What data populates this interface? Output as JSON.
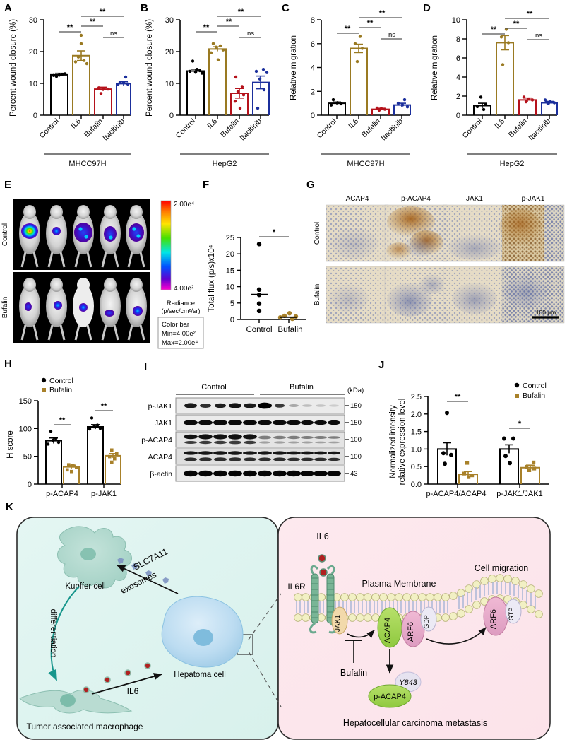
{
  "figure": {
    "panel_labels": [
      "A",
      "B",
      "C",
      "D",
      "E",
      "F",
      "G",
      "H",
      "I",
      "J",
      "K"
    ]
  },
  "colors": {
    "control": "#000000",
    "il6": "#9a7a22",
    "bufalin": "#b5121b",
    "itacitinib": "#1b2f9c",
    "bufalin_gold": "#a8812a",
    "sig_line": "#555555"
  },
  "panelA": {
    "label": "A",
    "chart_data": {
      "type": "bar",
      "title": "",
      "ylabel": "Percent wound closure (%)",
      "xlabel": "",
      "ylim": [
        0,
        30
      ],
      "yticks": [
        0,
        10,
        20,
        30
      ],
      "categories": [
        "Control",
        "IL6",
        "Bufalin",
        "Itacitinib"
      ],
      "values": [
        12.7,
        18.7,
        8.2,
        9.9
      ],
      "errors": [
        0.5,
        1.5,
        0.6,
        0.6
      ],
      "points": [
        [
          12.2,
          12.6,
          12.8,
          13.0,
          13.2,
          12.5
        ],
        [
          25.1,
          22.5,
          18.3,
          17.2,
          16.8,
          16.2
        ],
        [
          8.6,
          8.4,
          8.2,
          8.0,
          6.8
        ],
        [
          12.0,
          10.4,
          10.2,
          9.8,
          9.4,
          9.2
        ]
      ],
      "group_label": "MHCC97H",
      "annotations": [
        {
          "from": "Control",
          "to": "IL6",
          "text": "**"
        },
        {
          "from": "IL6",
          "to": "Bufalin",
          "text": "**"
        },
        {
          "from": "IL6",
          "to": "Itacitinib",
          "text": "**"
        },
        {
          "from": "Bufalin",
          "to": "Itacitinib",
          "text": "ns"
        }
      ]
    }
  },
  "panelB": {
    "label": "B",
    "chart_data": {
      "type": "bar",
      "ylabel": "Percent wound closure (%)",
      "ylim": [
        0,
        30
      ],
      "yticks": [
        0,
        10,
        20,
        30
      ],
      "categories": [
        "Control",
        "IL6",
        "Bufalin",
        "Itacitinib"
      ],
      "values": [
        13.9,
        20.8,
        6.9,
        10.3
      ],
      "errors": [
        0.6,
        0.7,
        1.5,
        2.0
      ],
      "points": [
        [
          17.0,
          14.4,
          14.0,
          13.8,
          13.5,
          13.2
        ],
        [
          22.5,
          21.8,
          21.4,
          20.5,
          19.6,
          17.4
        ],
        [
          12.0,
          9.0,
          7.4,
          6.4,
          4.4,
          2.2
        ],
        [
          14.4,
          13.8,
          13.4,
          11.4,
          8.0,
          2.2
        ]
      ],
      "group_label": "HepG2",
      "annotations": [
        {
          "from": "Control",
          "to": "IL6",
          "text": "**"
        },
        {
          "from": "IL6",
          "to": "Bufalin",
          "text": "**"
        },
        {
          "from": "IL6",
          "to": "Itacitinib",
          "text": "**"
        },
        {
          "from": "Bufalin",
          "to": "Itacitinib",
          "text": "ns"
        }
      ]
    }
  },
  "panelC": {
    "label": "C",
    "chart_data": {
      "type": "bar",
      "ylabel": "Relative migration",
      "ylim": [
        0,
        8
      ],
      "yticks": [
        0,
        2,
        4,
        6,
        8
      ],
      "categories": [
        "Control",
        "IL6",
        "Bufalin",
        "Itacitinib"
      ],
      "values": [
        1.0,
        5.6,
        0.5,
        0.85
      ],
      "errors": [
        0.1,
        0.35,
        0.08,
        0.15
      ],
      "points": [
        [
          1.3,
          1.05,
          0.95,
          0.85
        ],
        [
          6.6,
          6.0,
          5.6,
          4.5
        ],
        [
          0.6,
          0.55,
          0.5,
          0.42
        ],
        [
          1.3,
          1.0,
          0.85,
          0.7
        ]
      ],
      "group_label": "MHCC97H",
      "annotations": [
        {
          "from": "Control",
          "to": "IL6",
          "text": "**"
        },
        {
          "from": "IL6",
          "to": "Bufalin",
          "text": "**"
        },
        {
          "from": "IL6",
          "to": "Itacitinib",
          "text": "**"
        },
        {
          "from": "Bufalin",
          "to": "Itacitinib",
          "text": "ns"
        }
      ]
    }
  },
  "panelD": {
    "label": "D",
    "chart_data": {
      "type": "bar",
      "ylabel": "Relative migration",
      "ylim": [
        0,
        10
      ],
      "yticks": [
        0,
        2,
        4,
        6,
        8,
        10
      ],
      "categories": [
        "Control",
        "IL6",
        "Bufalin",
        "Itacitinib"
      ],
      "values": [
        1.0,
        7.6,
        1.6,
        1.3
      ],
      "errors": [
        0.25,
        0.75,
        0.2,
        0.15
      ],
      "points": [
        [
          1.9,
          1.1,
          0.9,
          0.6
        ],
        [
          9.0,
          8.2,
          7.6,
          5.3
        ],
        [
          1.9,
          1.7,
          1.6,
          1.4
        ],
        [
          1.6,
          1.4,
          1.3,
          1.2
        ]
      ],
      "group_label": "HepG2",
      "annotations": [
        {
          "from": "Control",
          "to": "IL6",
          "text": "**"
        },
        {
          "from": "IL6",
          "to": "Bufalin",
          "text": "**"
        },
        {
          "from": "IL6",
          "to": "Itacitinib",
          "text": "**"
        },
        {
          "from": "Bufalin",
          "to": "Itacitinib",
          "text": "ns"
        }
      ]
    }
  },
  "panelE": {
    "label": "E",
    "row_labels": [
      "Control",
      "Bufalin"
    ],
    "colorbar": {
      "max_label": "2.00e⁴",
      "min_label": "4.00e²",
      "unit_line1": "Radiance",
      "unit_line2": "(p/sec/cm²/sr)",
      "box_title": "Color bar",
      "box_min": "Min=4.00e²",
      "box_max": "Max=2.00e⁴"
    }
  },
  "panelF": {
    "label": "F",
    "chart_data": {
      "type": "scatter",
      "ylabel": "Total flux (p/s)x10⁴",
      "ylim": [
        0,
        25
      ],
      "yticks": [
        0,
        5,
        10,
        15,
        20,
        25
      ],
      "categories": [
        "Control",
        "Bufalin"
      ],
      "medians": [
        7.6,
        0.7
      ],
      "points": [
        [
          23.0,
          9.1,
          7.5,
          4.8,
          2.6
        ],
        [
          1.9,
          1.1,
          0.9,
          0.6,
          0.2
        ]
      ],
      "annotations": [
        {
          "from": "Control",
          "to": "Bufalin",
          "text": "*"
        }
      ]
    }
  },
  "panelG": {
    "label": "G",
    "column_headers": [
      "ACAP4",
      "p-ACAP4",
      "JAK1",
      "p-JAK1"
    ],
    "row_labels": [
      "Control",
      "Bufalin"
    ],
    "scale_bar": "100 μm"
  },
  "panelH": {
    "label": "H",
    "legend": [
      "Control",
      "Bufalin"
    ],
    "chart_data": {
      "type": "bar",
      "ylabel": "H score",
      "ylim": [
        0,
        150
      ],
      "yticks": [
        0,
        50,
        100,
        150
      ],
      "categories": [
        "p-ACAP4",
        "p-JAK1"
      ],
      "series": [
        {
          "name": "Control",
          "values": [
            78,
            103
          ],
          "errors": [
            5,
            4
          ],
          "points": [
            [
              95,
              82,
              79,
              75,
              72
            ],
            [
              119,
              106,
              103,
              100,
              99
            ]
          ]
        },
        {
          "name": "Bufalin",
          "values": [
            31,
            51
          ],
          "errors": [
            3,
            4
          ],
          "points": [
            [
              35,
              33,
              31,
              29,
              26
            ],
            [
              62,
              55,
              52,
              48,
              42
            ]
          ]
        }
      ],
      "annotations": [
        {
          "category": "p-ACAP4",
          "text": "**"
        },
        {
          "category": "p-JAK1",
          "text": "**"
        }
      ]
    }
  },
  "panelI": {
    "label": "I",
    "group_headers": [
      "Control",
      "Bufalin"
    ],
    "kda_header": "(kDa)",
    "rows": [
      {
        "name": "p-JAK1",
        "kda": "150"
      },
      {
        "name": "JAK1",
        "kda": "150"
      },
      {
        "name": "p-ACAP4",
        "kda": "100"
      },
      {
        "name": "ACAP4",
        "kda": "100"
      },
      {
        "name": "β-actin",
        "kda": "43"
      }
    ]
  },
  "panelJ": {
    "label": "J",
    "legend": [
      "Control",
      "Bufalin"
    ],
    "chart_data": {
      "type": "bar",
      "ylabel": "Normalized intensity relative expression level",
      "ylabel_line1": "Normalized intensity",
      "ylabel_line2": "relative expression level",
      "ylim": [
        0,
        2.5
      ],
      "yticks": [
        "0.0",
        "0.5",
        "1.0",
        "1.5",
        "2.0",
        "2.5"
      ],
      "ytickvals": [
        0,
        0.5,
        1.0,
        1.5,
        2.0,
        2.5
      ],
      "categories": [
        "p-ACAP4/ACAP4",
        "p-JAK1/JAK1"
      ],
      "series": [
        {
          "name": "Control",
          "values": [
            1.0,
            1.0
          ],
          "errors": [
            0.18,
            0.12
          ],
          "points": [
            [
              2.03,
              0.88,
              0.83,
              0.58
            ],
            [
              1.3,
              1.3,
              0.8,
              0.6
            ]
          ],
          "points2": [
            [
              1.0
            ],
            [
              1.0
            ]
          ]
        },
        {
          "name": "Bufalin",
          "values": [
            0.28,
            0.47
          ],
          "errors": [
            0.08,
            0.07
          ],
          "points": [
            [
              0.61,
              0.3,
              0.25,
              0.2
            ],
            [
              0.62,
              0.5,
              0.45,
              0.42
            ]
          ]
        }
      ],
      "annotations": [
        {
          "category": "p-ACAP4/ACAP4",
          "text": "**"
        },
        {
          "category": "p-JAK1/JAK1",
          "text": "*"
        }
      ]
    }
  },
  "panelK": {
    "label": "K",
    "left": {
      "cells": [
        "Kupffer cell",
        "Hepatoma cell",
        "Tumor associated macrophage"
      ],
      "arrows": [
        "SLC7A11",
        "exosomes",
        "differentiation",
        "IL6"
      ],
      "caption": "Tumor associated macrophage"
    },
    "right": {
      "ligand": "IL6",
      "receptor": "IL6R",
      "membrane": "Plasma Membrane",
      "kinase": "JAK1",
      "proteins": [
        "ACAP4",
        "ARF6",
        "GDP",
        "ARF6",
        "GTP",
        "p-ACAP4"
      ],
      "phospho_site": "Y843",
      "inhibitor": "Bufalin",
      "outcome": "Cell migration",
      "caption": "Hepatocellular carcinoma metastasis"
    }
  }
}
